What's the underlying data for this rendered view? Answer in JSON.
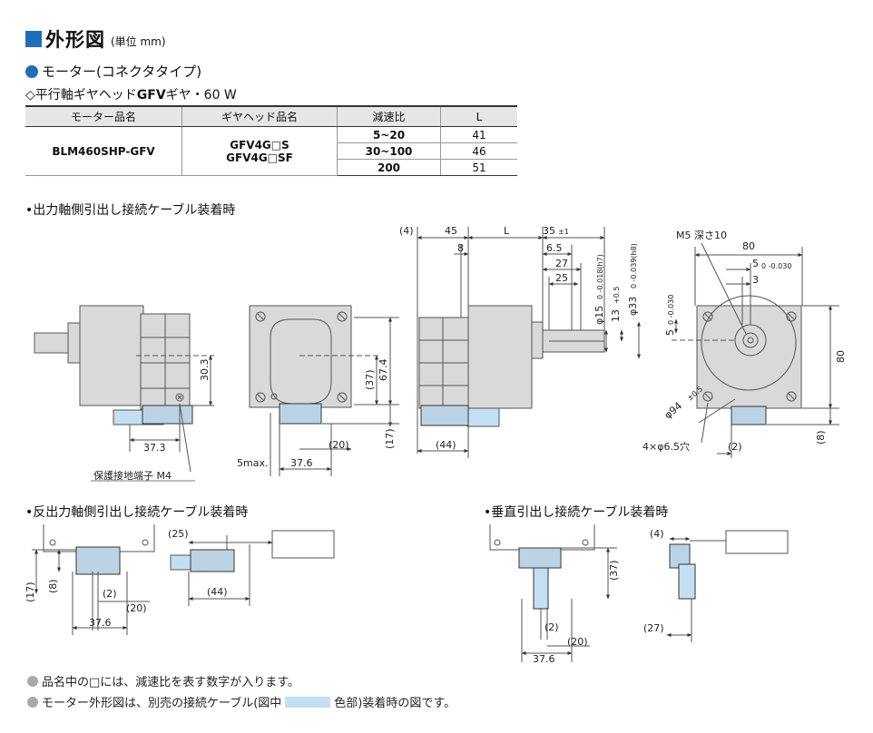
{
  "header": {
    "title": "外形図",
    "unit": "(単位 mm)"
  },
  "section": {
    "motor_type": "モーター(コネクタタイプ)",
    "gear_prefix": "◇平行軸ギヤヘッド",
    "gear_bold": "GFV",
    "gear_suffix": "ギヤ・60 W"
  },
  "table": {
    "headers": [
      "モーター品名",
      "ギヤヘッド品名",
      "減速比",
      "L"
    ],
    "motor_name": "BLM460SHP-GFV",
    "gear_names": [
      "GFV4G□S",
      "GFV4G□SF"
    ],
    "rows": [
      {
        "ratio": "5~20",
        "L": "41"
      },
      {
        "ratio": "30~100",
        "L": "46"
      },
      {
        "ratio": "200",
        "L": "51"
      }
    ]
  },
  "captions": {
    "output_side": "•出力軸側引出し接続ケーブル装着時",
    "opposite_side": "•反出力軸側引出し接続ケーブル装着時",
    "vertical": "•垂直引出し接続ケーブル装着時"
  },
  "dims": {
    "d1_30_3": "30.3",
    "d1_37_3": "37.3",
    "d1_terminal": "保護接地端子 M4",
    "d2_37": "(37)",
    "d2_67_4": "67.4",
    "d2_17": "(17)",
    "d2_20": "(20)",
    "d2_5max": "5max.",
    "d2_37_6": "37.6",
    "d3_4": "(4)",
    "d3_45": "45",
    "d3_L": "L",
    "d3_35": "35",
    "d3_35_tol": "±1",
    "d3_8": "8",
    "d3_6_5": "6.5",
    "d3_27": "27",
    "d3_25": "25",
    "d3_phi15": "φ15",
    "d3_phi15_tol": "0 -0.018(h7)",
    "d3_13": "13",
    "d3_13_tol": "+0.5",
    "d3_phi33": "φ33",
    "d3_phi33_tol": "0 -0.039(h8)",
    "d3_44": "(44)",
    "d4_m5": "M5 深さ10",
    "d4_80": "80",
    "d4_5": "5",
    "d4_5_tol": "0 -0.030",
    "d4_3": "3",
    "d4_5v": "5",
    "d4_5v_tol": "0 -0.030",
    "d4_phi94": "φ94",
    "d4_phi94_tol": "±0.5",
    "d4_80v": "80",
    "d4_holes": "4×φ6.5穴",
    "d4_2": "(2)",
    "d4_8": "(8)",
    "d5_17": "(17)",
    "d5_8": "(8)",
    "d5_2": "(2)",
    "d5_20": "(20)",
    "d5_37_6": "37.6",
    "d6_25": "(25)",
    "d6_44": "(44)",
    "d7_37": "(37)",
    "d7_2": "(2)",
    "d7_20": "(20)",
    "d7_37_6": "37.6",
    "d8_4": "(4)",
    "d8_27": "(27)"
  },
  "notes": {
    "note1": "品名中の□には、減速比を表す数字が入ります。",
    "note2_a": "モーター外形図は、別売の接続ケーブル(図中",
    "note2_b": "色部)装着時の図です。"
  },
  "colors": {
    "accent": "#1f6fb8",
    "cable": "#c5dff2",
    "body": "#d9d9d9",
    "note_dot": "#aaaaaa"
  }
}
